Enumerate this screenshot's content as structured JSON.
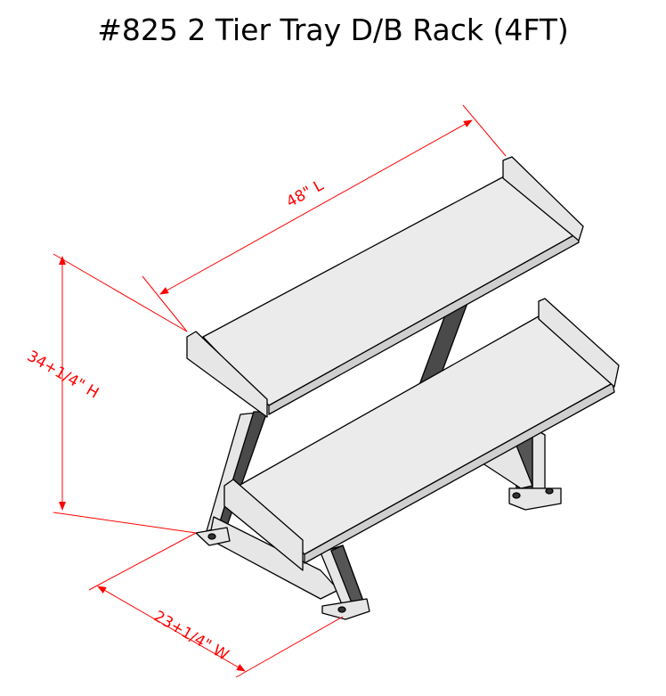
{
  "title": "#825 2 Tier Tray D/B Rack (4FT)",
  "dimensions": {
    "length": "48\" L",
    "height": "34+1/4\" H",
    "width": "23+1/4\" W"
  },
  "colors": {
    "dimension": "#ff0000",
    "part_fill": "#e6e6e6",
    "shadow": "#555555"
  }
}
